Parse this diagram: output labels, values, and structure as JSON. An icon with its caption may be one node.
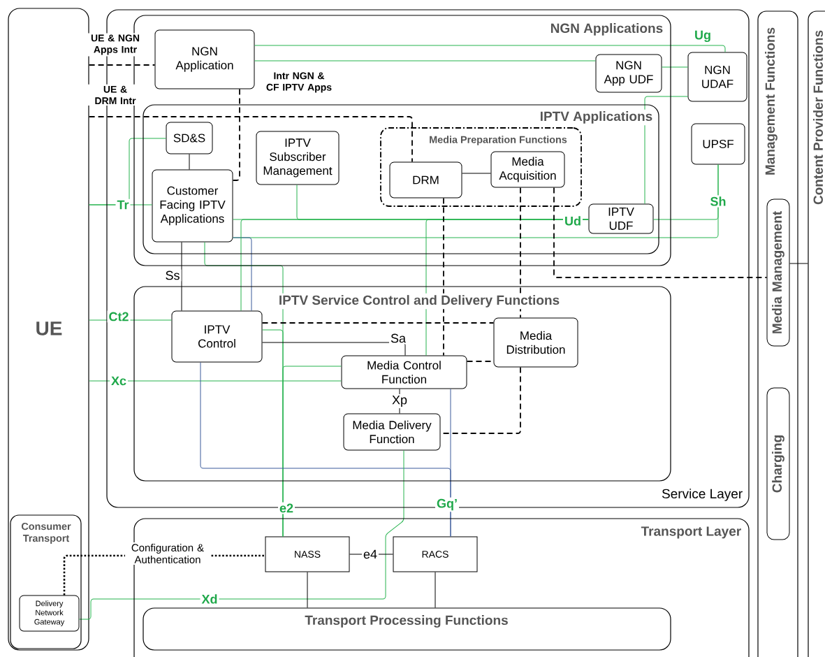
{
  "diagram": {
    "nodes": [
      {
        "text": [
          "UE"
        ]
      },
      {
        "text": [
          "Service Layer"
        ]
      },
      {
        "text": [
          "NGN Applications"
        ],
        "in": 1
      },
      {
        "text": [
          "NGN Application"
        ],
        "in": 2
      },
      {
        "text": [
          "NGN App UDF"
        ],
        "in": 2
      },
      {
        "text": [
          "NGN UDAF"
        ],
        "in": 1
      },
      {
        "text": [
          "IPTV Applications"
        ],
        "in": 2
      },
      {
        "text": [
          "SD&S"
        ],
        "in": 6
      },
      {
        "text": [
          "Customer Facing IPTV Applications"
        ],
        "in": 6
      },
      {
        "text": [
          "IPTV Subscriber Management"
        ],
        "in": 6
      },
      {
        "text": [
          "Media Preparation Functions"
        ],
        "in": 6
      },
      {
        "text": [
          "DRM"
        ],
        "in": 10
      },
      {
        "text": [
          "Media Acquisition"
        ],
        "in": 10
      },
      {
        "text": [
          "IPTV UDF"
        ],
        "in": 6
      },
      {
        "text": [
          "UPSF"
        ],
        "in": 1
      },
      {
        "text": [
          "IPTV Service Control and Delivery Functions"
        ],
        "in": 1
      },
      {
        "text": [
          "IPTV Control"
        ],
        "in": 15
      },
      {
        "text": [
          "Media Distribution"
        ],
        "in": 15
      },
      {
        "text": [
          "Media Control Function"
        ],
        "in": 15
      },
      {
        "text": [
          "Media Delivery Function"
        ],
        "in": 15
      },
      {
        "text": [
          "Consumer Transport"
        ],
        "in": 0
      },
      {
        "text": [
          "Delivery Network Gateway"
        ],
        "in": 20
      },
      {
        "text": [
          "Transport Layer"
        ]
      },
      {
        "text": [
          "NASS"
        ],
        "in": 22
      },
      {
        "text": [
          "RACS"
        ],
        "in": 22
      },
      {
        "text": [
          "Transport Processing Functions"
        ],
        "in": 22
      },
      {
        "text": [
          "Management Functions"
        ]
      },
      {
        "text": [
          "Media Management"
        ],
        "in": 26
      },
      {
        "text": [
          "Charging"
        ],
        "in": 26
      },
      {
        "text": [
          "Content Provider Functions"
        ]
      }
    ],
    "edges": [
      {
        "from": 0,
        "to": 3,
        "arrow": "none",
        "style": "dashed",
        "label": "UE & NGN Apps Intr"
      },
      {
        "from": 0,
        "to": 11,
        "arrow": "none",
        "style": "dashed",
        "label": "UE & DRM Intr"
      },
      {
        "from": 3,
        "to": 8,
        "arrow": "none",
        "style": "dashed",
        "label": "Intr NGN & CF IPTV Apps"
      },
      {
        "from": 0,
        "to": 8,
        "arrow": "none",
        "color": "#27b34f",
        "label": "Tr"
      },
      {
        "from": 0,
        "to": 7,
        "arrow": "none",
        "color": "#27b34f"
      },
      {
        "from": 7,
        "to": 8,
        "arrow": "none"
      },
      {
        "from": 3,
        "to": 5,
        "arrow": "none",
        "color": "#27b34f",
        "label": "Ug"
      },
      {
        "from": 3,
        "to": 4,
        "arrow": "none",
        "color": "#27b34f"
      },
      {
        "from": 4,
        "to": 5,
        "arrow": "none",
        "color": "#27b34f"
      },
      {
        "from": 5,
        "to": 13,
        "arrow": "none",
        "color": "#27b34f"
      },
      {
        "from": 14,
        "to": 13,
        "arrow": "none",
        "color": "#27b34f",
        "label": "Sh"
      },
      {
        "from": 8,
        "to": 13,
        "arrow": "none",
        "color": "#27b34f",
        "label": "Ud"
      },
      {
        "from": 9,
        "to": 13,
        "arrow": "none",
        "color": "#27b34f"
      },
      {
        "from": 8,
        "to": 14,
        "arrow": "none",
        "color": "#27b34f"
      },
      {
        "from": 8,
        "to": 16,
        "arrow": "none",
        "color": "#3b5b9b"
      },
      {
        "from": 16,
        "to": 13,
        "arrow": "none",
        "color": "#27b34f"
      },
      {
        "from": 18,
        "to": 13,
        "arrow": "none",
        "color": "#27b34f"
      },
      {
        "from": 8,
        "to": 23,
        "arrow": "none",
        "color": "#27b34f",
        "label": "e2"
      },
      {
        "from": 16,
        "to": 23,
        "arrow": "none",
        "color": "#27b34f"
      },
      {
        "from": 18,
        "to": 23,
        "arrow": "none",
        "color": "#27b34f"
      },
      {
        "from": 0,
        "to": 16,
        "arrow": "none",
        "color": "#27b34f",
        "label": "Ct2"
      },
      {
        "from": 0,
        "to": 18,
        "arrow": "none",
        "color": "#27b34f",
        "label": "Xc"
      },
      {
        "from": 16,
        "to": 18,
        "arrow": "none",
        "label": "Sa"
      },
      {
        "from": 18,
        "to": 19,
        "arrow": "none",
        "label": "Xp"
      },
      {
        "from": 16,
        "to": 17,
        "arrow": "none",
        "style": "dashed"
      },
      {
        "from": 18,
        "to": 17,
        "arrow": "none",
        "style": "dashed"
      },
      {
        "from": 11,
        "to": 18,
        "arrow": "none",
        "style": "dashed"
      },
      {
        "from": 11,
        "to": 12,
        "arrow": "none"
      },
      {
        "from": 12,
        "to": 17,
        "arrow": "none",
        "style": "dashed"
      },
      {
        "from": 17,
        "to": 19,
        "arrow": "none",
        "style": "dashed"
      },
      {
        "from": 12,
        "to": 27,
        "arrow": "none",
        "style": "dashed"
      },
      {
        "from": 27,
        "to": 29,
        "arrow": "none"
      },
      {
        "from": 16,
        "to": 24,
        "arrow": "none",
        "color": "#3b5b9b",
        "label": "Gq’"
      },
      {
        "from": 18,
        "to": 24,
        "arrow": "none",
        "color": "#3b5b9b"
      },
      {
        "from": 19,
        "to": 21,
        "arrow": "none",
        "color": "#27b34f",
        "label": "Xd"
      },
      {
        "from": 23,
        "to": 24,
        "arrow": "none",
        "label": "e4"
      },
      {
        "from": 23,
        "to": 25,
        "arrow": "none"
      },
      {
        "from": 24,
        "to": 25,
        "arrow": "none"
      },
      {
        "from": 21,
        "to": 23,
        "arrow": "none",
        "style": "dashed",
        "label": "Configuration & Authentication"
      },
      {
        "from": 8,
        "to": 16,
        "arrow": "none",
        "label": "Ss"
      }
    ]
  }
}
